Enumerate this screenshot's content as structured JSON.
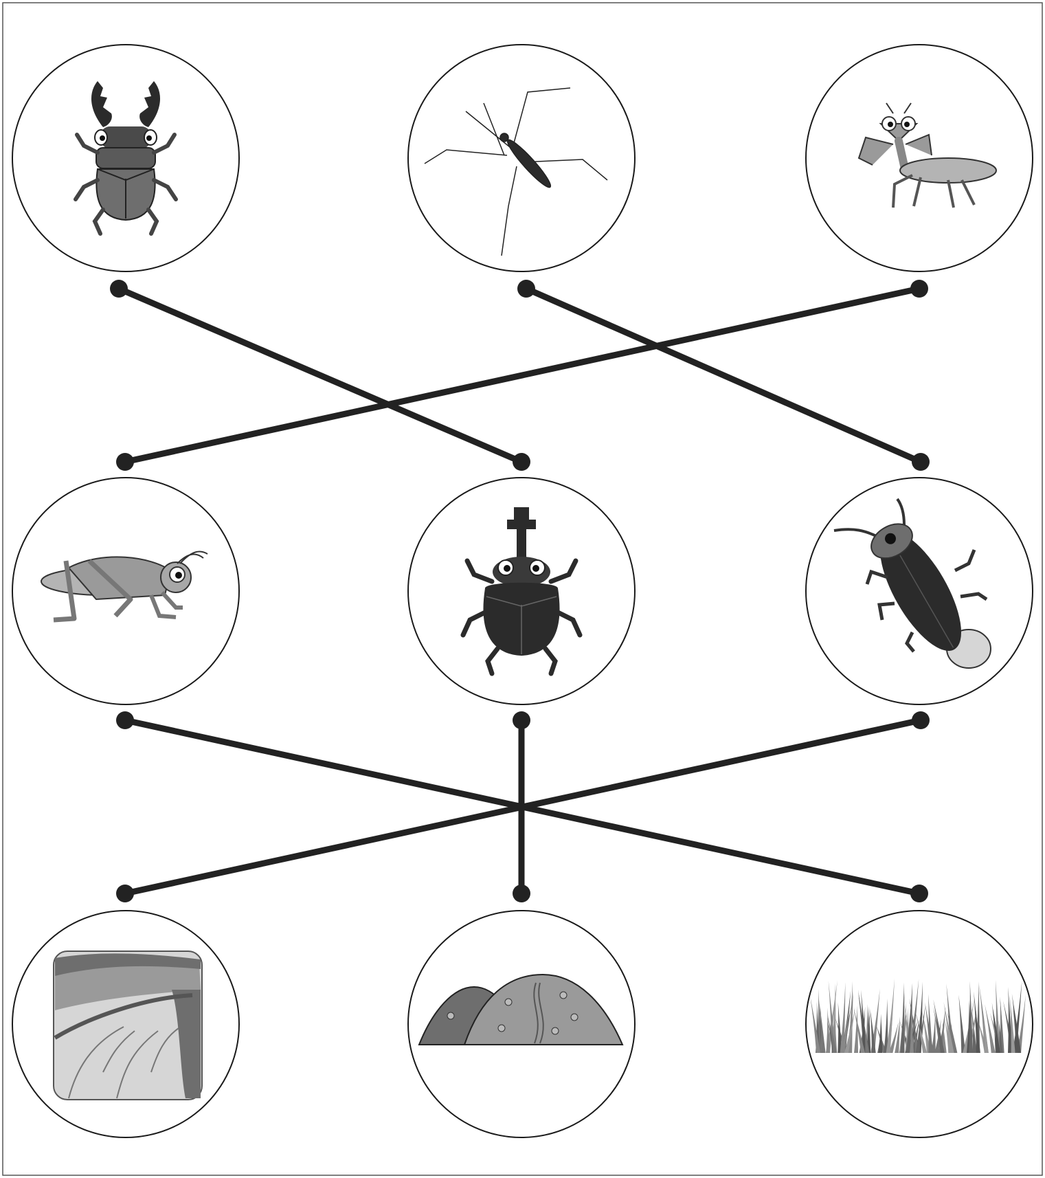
{
  "diagram": {
    "rows": [
      {
        "name": "top-row",
        "items": [
          {
            "id": "stag-beetle",
            "icon": "stag-beetle-icon"
          },
          {
            "id": "crane-fly",
            "icon": "crane-fly-icon"
          },
          {
            "id": "praying-mantis",
            "icon": "praying-mantis-icon"
          }
        ]
      },
      {
        "name": "middle-row",
        "items": [
          {
            "id": "grasshopper",
            "icon": "grasshopper-icon"
          },
          {
            "id": "rhinoceros-beetle",
            "icon": "rhinoceros-beetle-icon"
          },
          {
            "id": "firefly",
            "icon": "firefly-icon"
          }
        ]
      },
      {
        "name": "bottom-row",
        "items": [
          {
            "id": "river",
            "icon": "river-landscape-icon"
          },
          {
            "id": "mountain",
            "icon": "mountain-landscape-icon"
          },
          {
            "id": "grass",
            "icon": "grass-field-icon"
          }
        ]
      }
    ],
    "connections": [
      {
        "from": "stag-beetle",
        "to": "rhinoceros-beetle"
      },
      {
        "from": "crane-fly",
        "to": "firefly"
      },
      {
        "from": "praying-mantis",
        "to": "grasshopper"
      },
      {
        "from": "grasshopper",
        "to": "grass"
      },
      {
        "from": "rhinoceros-beetle",
        "to": "mountain"
      },
      {
        "from": "firefly",
        "to": "river"
      }
    ],
    "colors": {
      "line": "#222222",
      "circle_stroke": "#1a1a1a",
      "frame": "#555555",
      "dark_fill": "#2b2b2b",
      "mid_fill": "#6e6e6e",
      "light_fill": "#b4b4b4",
      "pale_fill": "#d6d6d6"
    }
  }
}
